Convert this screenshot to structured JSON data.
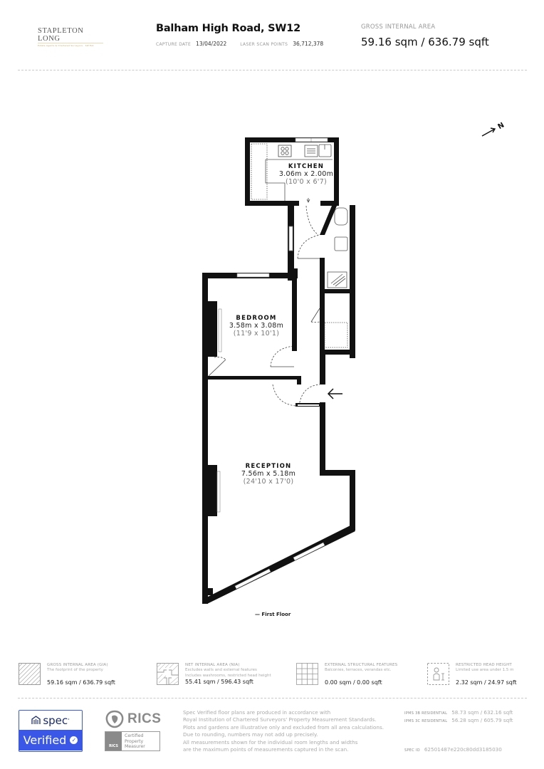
{
  "header": {
    "logo_text": "STAPLETON LONG",
    "logo_tagline": "Estate Agents & Chartered Surveyors · SW Est.",
    "title": "Balham High Road, SW12",
    "capture_date_label": "CAPTURE DATE",
    "capture_date": "13/04/2022",
    "laser_scan_label": "LASER SCAN POINTS",
    "laser_scan_points": "36,712,378",
    "gia_label": "GROSS INTERNAL AREA",
    "gia_value": "59.16 sqm / 636.79 sqft"
  },
  "floorplan": {
    "compass": "N",
    "floor_label": "— First Floor",
    "rooms": [
      {
        "name": "KITCHEN",
        "metric": "3.06m x 2.00m",
        "imperial": "(10'0 x 6'7)"
      },
      {
        "name": "BEDROOM",
        "metric": "3.58m x 3.08m",
        "imperial": "(11'9 x 10'1)"
      },
      {
        "name": "RECEPTION",
        "metric": "7.56m x 5.18m",
        "imperial": "(24'10 x 17'0)"
      }
    ]
  },
  "legend": [
    {
      "icon": "hatched-square-icon",
      "label": "GROSS INTERNAL AREA (GIA)",
      "desc": [
        "The footprint of the property"
      ],
      "value": "59.16 sqm / 636.79 sqft"
    },
    {
      "icon": "net-area-icon",
      "label": "NET INTERNAL AREA (NIA)",
      "desc": [
        "Excludes walls and external features",
        "Includes washrooms, restricted head height"
      ],
      "value": "55.41 sqm / 596.43 sqft"
    },
    {
      "icon": "grid-icon",
      "label": "EXTERNAL STRUCTURAL FEATURES",
      "desc": [
        "Balconies, terraces, verandas etc."
      ],
      "value": "0.00 sqm / 0.00 sqft"
    },
    {
      "icon": "person-height-icon",
      "label": "RESTRICTED HEAD HEIGHT",
      "desc": [
        "Limited use area under 1.5 m"
      ],
      "value": "2.32 sqm / 24.97 sqft"
    }
  ],
  "footer": {
    "spec_brand": "spec",
    "spec_verified": "Verified",
    "rics_text": "RICS",
    "rics_small": "RICS",
    "cpm_lines": [
      "Certified",
      "Property",
      "Measurer"
    ],
    "disclaimer": [
      "Spec Verified floor plans are produced in accordance with",
      "Royal Institution of Chartered Surveyors' Property Measurement Standards.",
      "Plots and gardens are illustrative only and excluded from all area calculations.",
      "Due to rounding, numbers may not add up precisely.",
      "All measurements shown for the individual room lengths and widths",
      "are the maximum points of measurements captured in the scan."
    ],
    "ipms": [
      {
        "label": "IPMS 3B RESIDENTIAL",
        "value": "58.73 sqm / 632.16 sqft"
      },
      {
        "label": "IPMS 3C RESIDENTIAL",
        "value": "56.28 sqm / 605.79 sqft"
      }
    ],
    "spec_id_label": "SPEC ID",
    "spec_id": "62501487e220c80dd3185030"
  }
}
